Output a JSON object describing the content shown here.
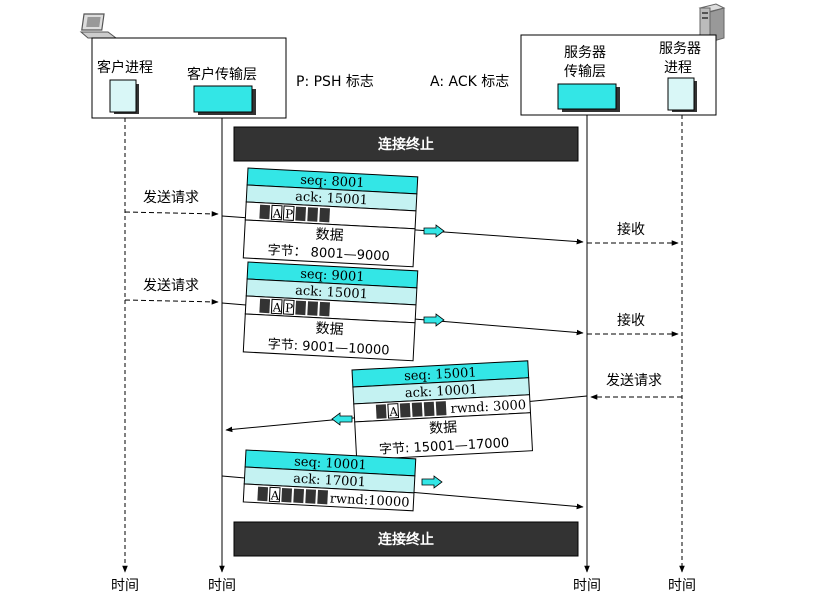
{
  "client": {
    "process_label": "客户进程",
    "transport_label": "客户传输层"
  },
  "server": {
    "transport_label_line1": "服务器",
    "transport_label_line2": "传输层",
    "process_label_line1": "服务器",
    "process_label_line2": "进程"
  },
  "legend": {
    "psh": "P: PSH 标志",
    "ack": "A: ACK 标志"
  },
  "bars": {
    "top": "连接终止",
    "bottom": "连接终止"
  },
  "segments": [
    {
      "seq": "seq: 8001",
      "ack": "ack: 15001",
      "flags": "A P",
      "data_label": "数据",
      "bytes": "字节： 8001—9000"
    },
    {
      "seq": "seq: 9001",
      "ack": "ack: 15001",
      "flags": "A P",
      "data_label": "数据",
      "bytes": "字节: 9001—10000"
    },
    {
      "seq": "seq: 15001",
      "ack": "ack: 10001",
      "flags": "A",
      "rwnd": "rwnd: 3000",
      "data_label": "数据",
      "bytes": "字节: 15001—17000"
    },
    {
      "seq": "seq: 10001",
      "ack": "ack: 17001",
      "flags": "A",
      "rwnd": "rwnd:10000"
    }
  ],
  "events": {
    "send_request_1": "发送请求",
    "send_request_2": "发送请求",
    "send_request_3": "发送请求",
    "receive_1": "接收",
    "receive_2": "接收"
  },
  "time_labels": [
    "时间",
    "时间",
    "时间",
    "时间"
  ],
  "colors": {
    "cyan": "#33e6e6",
    "light_cyan": "#c4f2f2",
    "bar": "#333333",
    "flag_dark": "#333333"
  },
  "icons": [
    "laptop-icon",
    "server-tower-icon"
  ]
}
